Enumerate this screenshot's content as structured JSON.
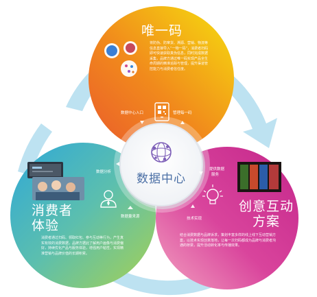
{
  "colors": {
    "top_gradient": [
      "#f6df0e",
      "#f18a1c",
      "#ea5a2c"
    ],
    "left_gradient": [
      "#2fa8d8",
      "#5cbfae",
      "#9fcf5a"
    ],
    "right_gradient": [
      "#c4278b",
      "#d9449c",
      "#e98ab5"
    ],
    "arrow_color": "#b6dff0",
    "center_text": "#4a6fa5"
  },
  "center": {
    "title": "数据中心",
    "icon": "network-globe-icon"
  },
  "top": {
    "title": "唯一码",
    "body": "将防伪、防窜货、溯源、营销、物流等信息直接导入“一物一码”，消费者扫码即可快速获取真伪信息，同时完成数据采集，品牌方通过唯一码实现产品全生命周期的精准追踪与管理，提升渠道管控能力与消费者信任度。",
    "label_left": "数据中心入口",
    "label_right": "管理每一码",
    "icon": "qr-phone-icon"
  },
  "left": {
    "title_line1": "消费者",
    "title_line2": "体验",
    "body": "消费者通过扫码、领取红包、参与互动等行为，产生真实有效的消费数据，品牌方据此了解用户画像与消费偏好，持续优化产品与服务体验，增强用户粘性，实现精准营销与品牌价值的长期积累。",
    "label_top": "数据分析",
    "label_bottom": "数据量来源",
    "icon": "person-icon"
  },
  "right": {
    "title_line1": "创意互动",
    "title_line2": "方案",
    "body": "结合消费数据与品牌诉求，策划丰富多样的线上线下互动营销方案，以技术实现创意落地，让每一次扫码都成为品牌与消费者沟通的桥梁，提升活动转化率与传播效果。",
    "label_top": "提供数据",
    "label_top2": "服务",
    "label_bottom": "技术实现",
    "icon": "lightbulb-icon"
  }
}
